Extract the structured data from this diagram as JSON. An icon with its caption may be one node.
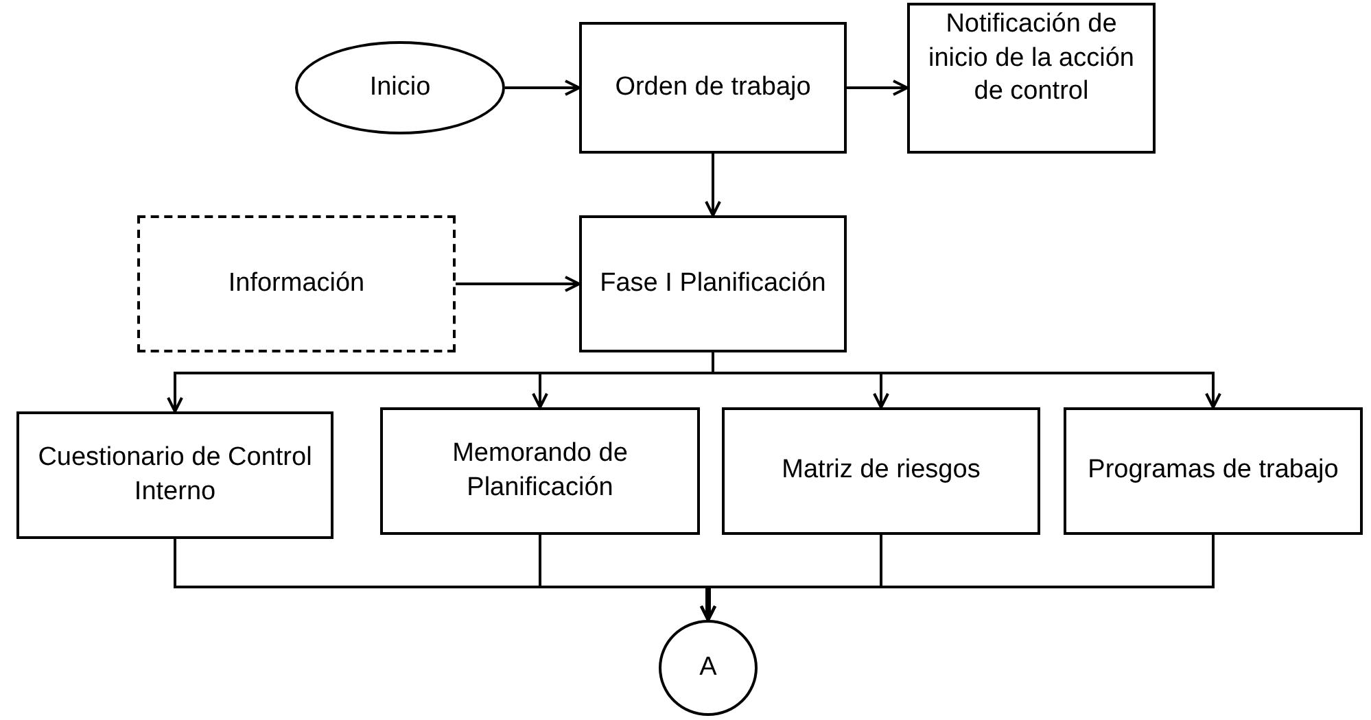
{
  "diagram": {
    "nodes": [
      {
        "text": [
          "Inicio"
        ]
      },
      {
        "text": [
          "Orden de trabajo"
        ]
      },
      {
        "text": [
          "Notificación de inicio de la acción de control"
        ]
      },
      {
        "text": [
          "Información"
        ]
      },
      {
        "text": [
          "Fase I Planificación"
        ]
      },
      {
        "text": [
          "Cuestionario de Control Interno"
        ]
      },
      {
        "text": [
          "Memorando de Planificación"
        ]
      },
      {
        "text": [
          "Matriz de riesgos"
        ]
      },
      {
        "text": [
          "Programas de trabajo"
        ]
      },
      {
        "text": [
          "A"
        ]
      }
    ],
    "edges": [
      {
        "from": 0,
        "to": 1,
        "arrow": "to"
      },
      {
        "from": 1,
        "to": 2,
        "arrow": "to"
      },
      {
        "from": 1,
        "to": 4,
        "arrow": "to"
      },
      {
        "from": 3,
        "to": 4,
        "arrow": "to"
      },
      {
        "from": 4,
        "to": 5,
        "arrow": "to"
      },
      {
        "from": 4,
        "to": 6,
        "arrow": "to"
      },
      {
        "from": 4,
        "to": 7,
        "arrow": "to"
      },
      {
        "from": 4,
        "to": 8,
        "arrow": "to"
      },
      {
        "from": 5,
        "to": 9,
        "arrow": "to"
      },
      {
        "from": 6,
        "to": 9,
        "arrow": "to"
      },
      {
        "from": 7,
        "to": 9,
        "arrow": "to"
      },
      {
        "from": 8,
        "to": 9,
        "arrow": "to"
      }
    ]
  }
}
